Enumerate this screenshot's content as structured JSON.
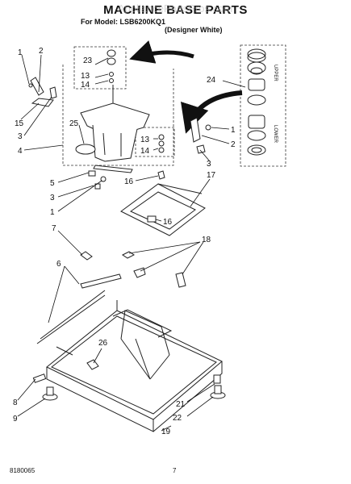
{
  "header": {
    "title": "MACHINE BASE PARTS",
    "model_line": "For Model: LSB6200KQ1",
    "color_line": "(Designer White)"
  },
  "watermark": "AppliancePartsPros.com",
  "callouts": [
    "1",
    "2",
    "15",
    "3",
    "4",
    "5",
    "3",
    "1",
    "7",
    "6",
    "8",
    "9",
    "23",
    "13",
    "14",
    "25",
    "24",
    "1",
    "2",
    "3",
    "13",
    "14",
    "16",
    "17",
    "16",
    "18",
    "26",
    "21",
    "22",
    "19"
  ],
  "panel_labels": {
    "upper": "UPPER",
    "lower": "LOWER"
  },
  "footer": {
    "doc_number": "8180065",
    "page_number": "7"
  }
}
